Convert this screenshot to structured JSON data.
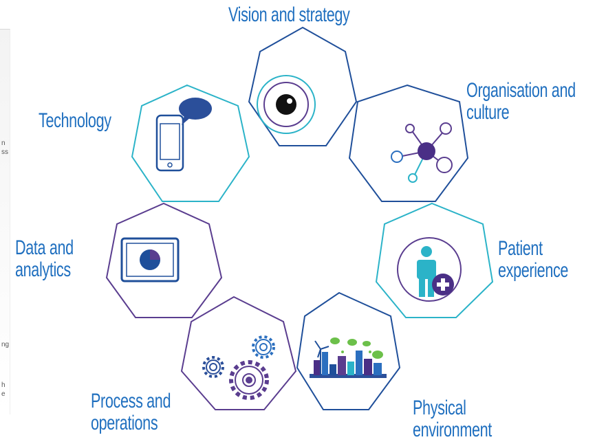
{
  "left_fragments": [
    "n",
    "ss",
    "ng",
    "h",
    "e"
  ],
  "labels": {
    "vision": [
      "Vision and strategy"
    ],
    "organisation": [
      "Organisation and",
      "culture"
    ],
    "patient": [
      "Patient",
      "experience"
    ],
    "physical": [
      "Physical",
      "environment"
    ],
    "process": [
      "Process and",
      "operations"
    ],
    "data": [
      "Data and",
      "analytics"
    ],
    "technology": [
      "Technology"
    ]
  },
  "colors": {
    "label_text": "#1f6fbf",
    "dark_blue": "#1f4f9a",
    "teal": "#2bb3c8",
    "purple": "#5a3d8f",
    "green": "#6cc04a"
  }
}
